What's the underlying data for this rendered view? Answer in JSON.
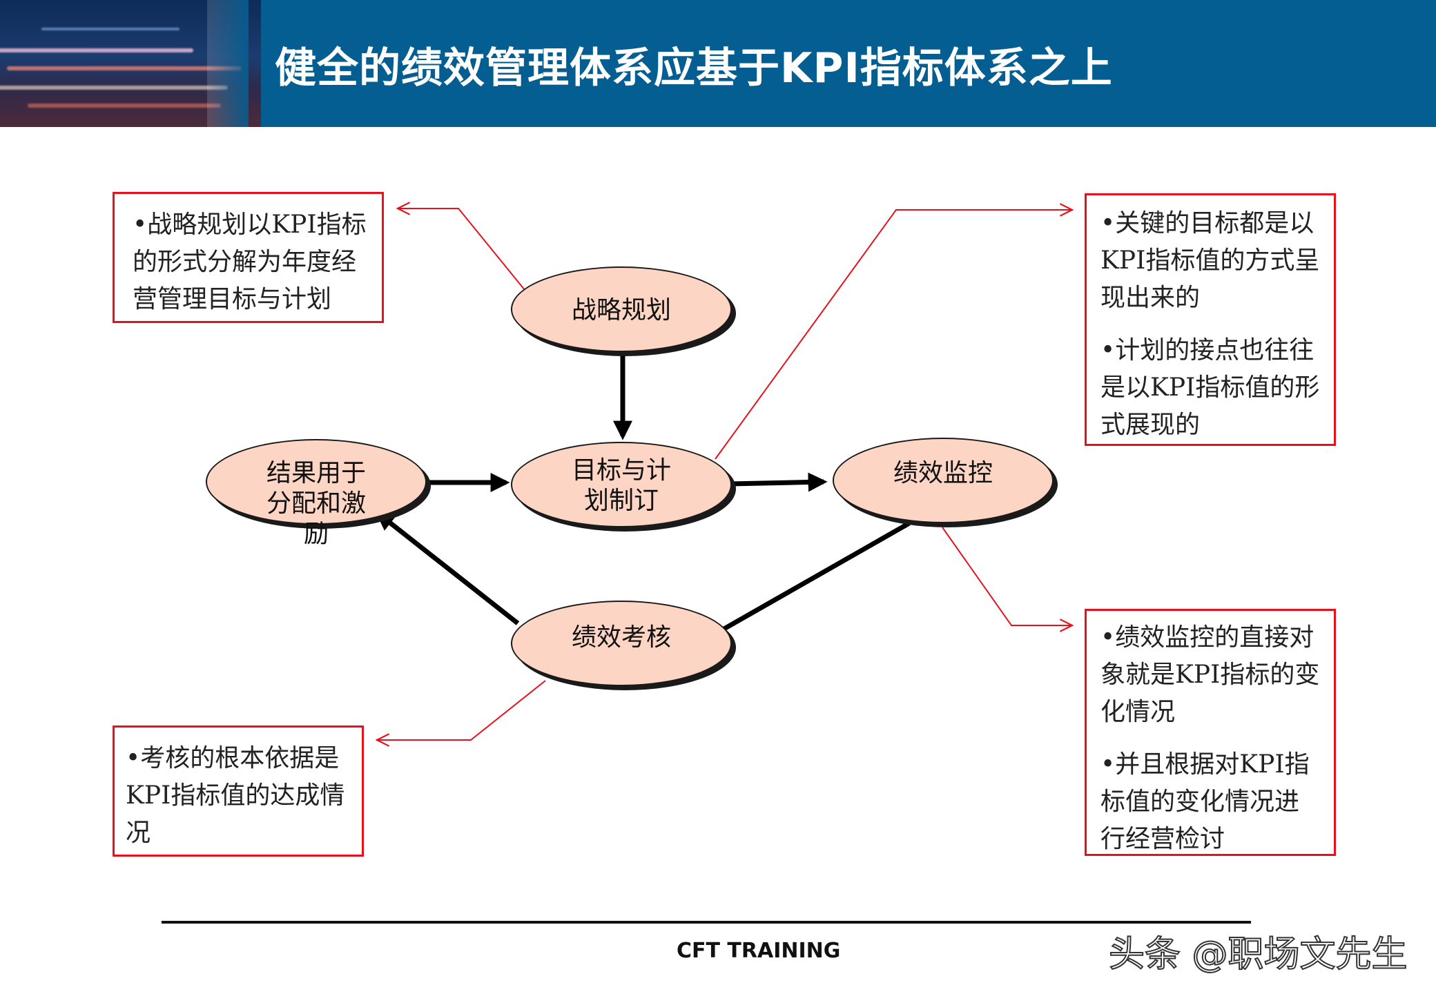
{
  "title": "健全的绩效管理体系应基于KPI指标体系之上",
  "nodes": {
    "strategy": "战略规划",
    "goals": "目标与计\n划制订",
    "monitor": "绩效监控",
    "review": "绩效考核",
    "reward": "结果用于\n分配和激\n励"
  },
  "notes": {
    "strategy": [
      "•战略规划以KPI指标的形式分解为年度经营管理目标与计划"
    ],
    "goals": [
      "•关键的目标都是以KPI指标值的方式呈现出来的",
      "•计划的接点也往往是以KPI指标值的形式展现的"
    ],
    "monitor": [
      "•绩效监控的直接对象就是KPI指标的变化情况",
      "•并且根据对KPI指标值的变化情况进行经营检讨"
    ],
    "review": [
      "•考核的根本依据是KPI指标值的达成情况"
    ]
  },
  "footer": "CFT TRAINING",
  "watermark": "头条 @职场文先生",
  "colors": {
    "header": "#055e92",
    "node_fill": "#fcd5c4",
    "note_border": "#e8101b"
  }
}
